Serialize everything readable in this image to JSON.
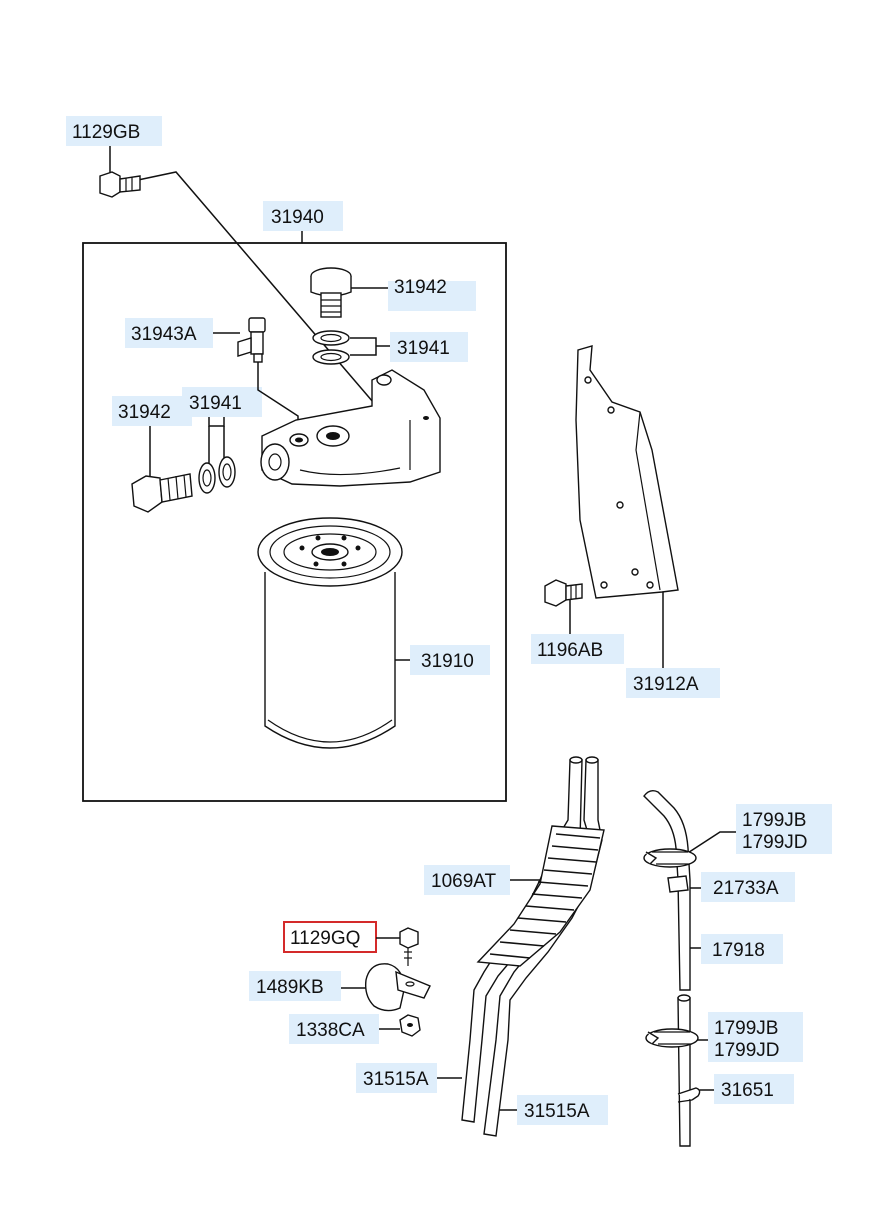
{
  "diagram": {
    "highlight_color": "#d42a2a",
    "label_background": "#dfeefb",
    "labels": [
      {
        "id": "1129gb",
        "text": "1129GB"
      },
      {
        "id": "31940",
        "text": "31940"
      },
      {
        "id": "31942-top",
        "text": "31942"
      },
      {
        "id": "31943a",
        "text": "31943A"
      },
      {
        "id": "31941-right",
        "text": "31941"
      },
      {
        "id": "31942-left",
        "text": "31942"
      },
      {
        "id": "31941-left",
        "text": "31941"
      },
      {
        "id": "31910",
        "text": "31910"
      },
      {
        "id": "1196ab",
        "text": "1196AB"
      },
      {
        "id": "31912a",
        "text": "31912A"
      },
      {
        "id": "1799jb-top",
        "text": "1799JB"
      },
      {
        "id": "1799jd-top",
        "text": "1799JD"
      },
      {
        "id": "21733a",
        "text": "21733A"
      },
      {
        "id": "17918",
        "text": "17918"
      },
      {
        "id": "1799jb-bottom",
        "text": "1799JB"
      },
      {
        "id": "1799jd-bottom",
        "text": "1799JD"
      },
      {
        "id": "31651",
        "text": "31651"
      },
      {
        "id": "1069at",
        "text": "1069AT"
      },
      {
        "id": "1129gq",
        "text": "1129GQ",
        "highlighted": true
      },
      {
        "id": "1489kb",
        "text": "1489KB"
      },
      {
        "id": "1338ca",
        "text": "1338CA"
      },
      {
        "id": "31515a-left",
        "text": "31515A"
      },
      {
        "id": "31515a-right",
        "text": "31515A"
      }
    ]
  }
}
